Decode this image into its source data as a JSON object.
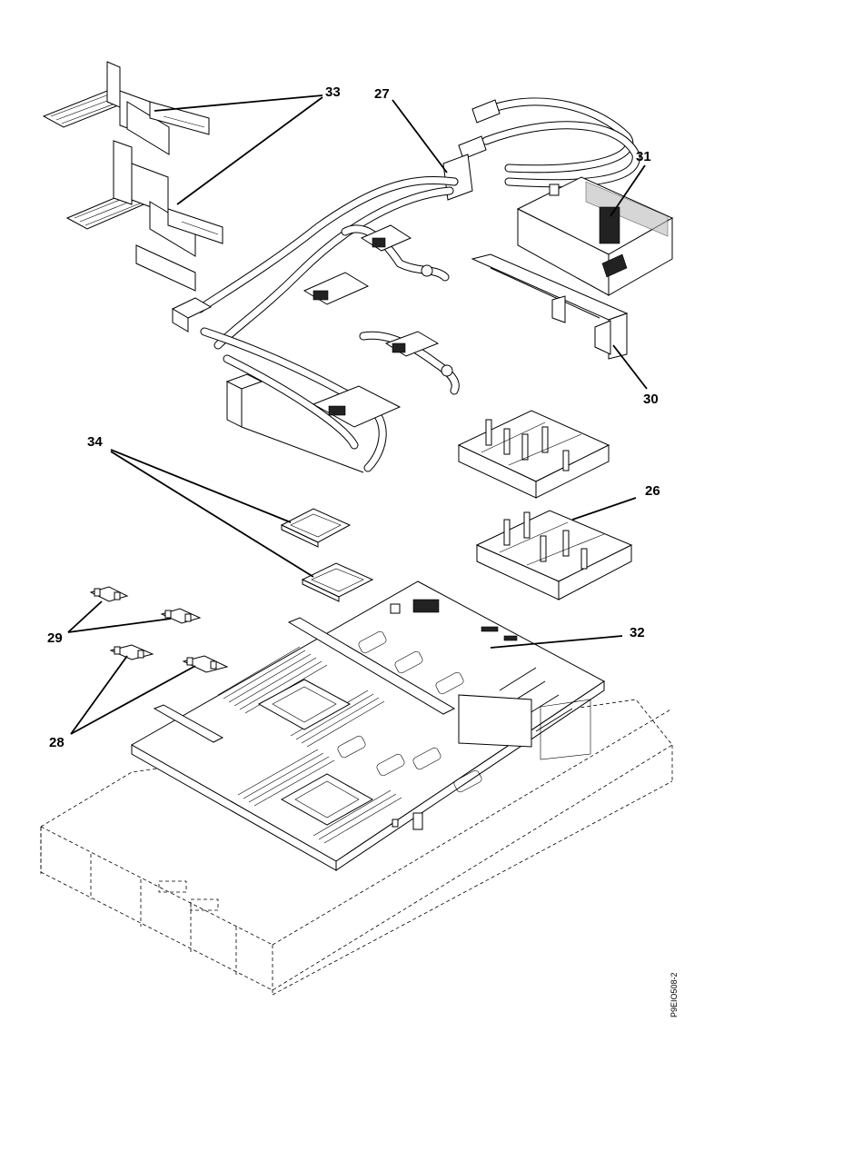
{
  "figure_id": "P9EIO508-2",
  "callouts": {
    "c26": "26",
    "c27": "27",
    "c28": "28",
    "c29": "29",
    "c30": "30",
    "c31": "31",
    "c32": "32",
    "c33": "33",
    "c34": "34"
  }
}
